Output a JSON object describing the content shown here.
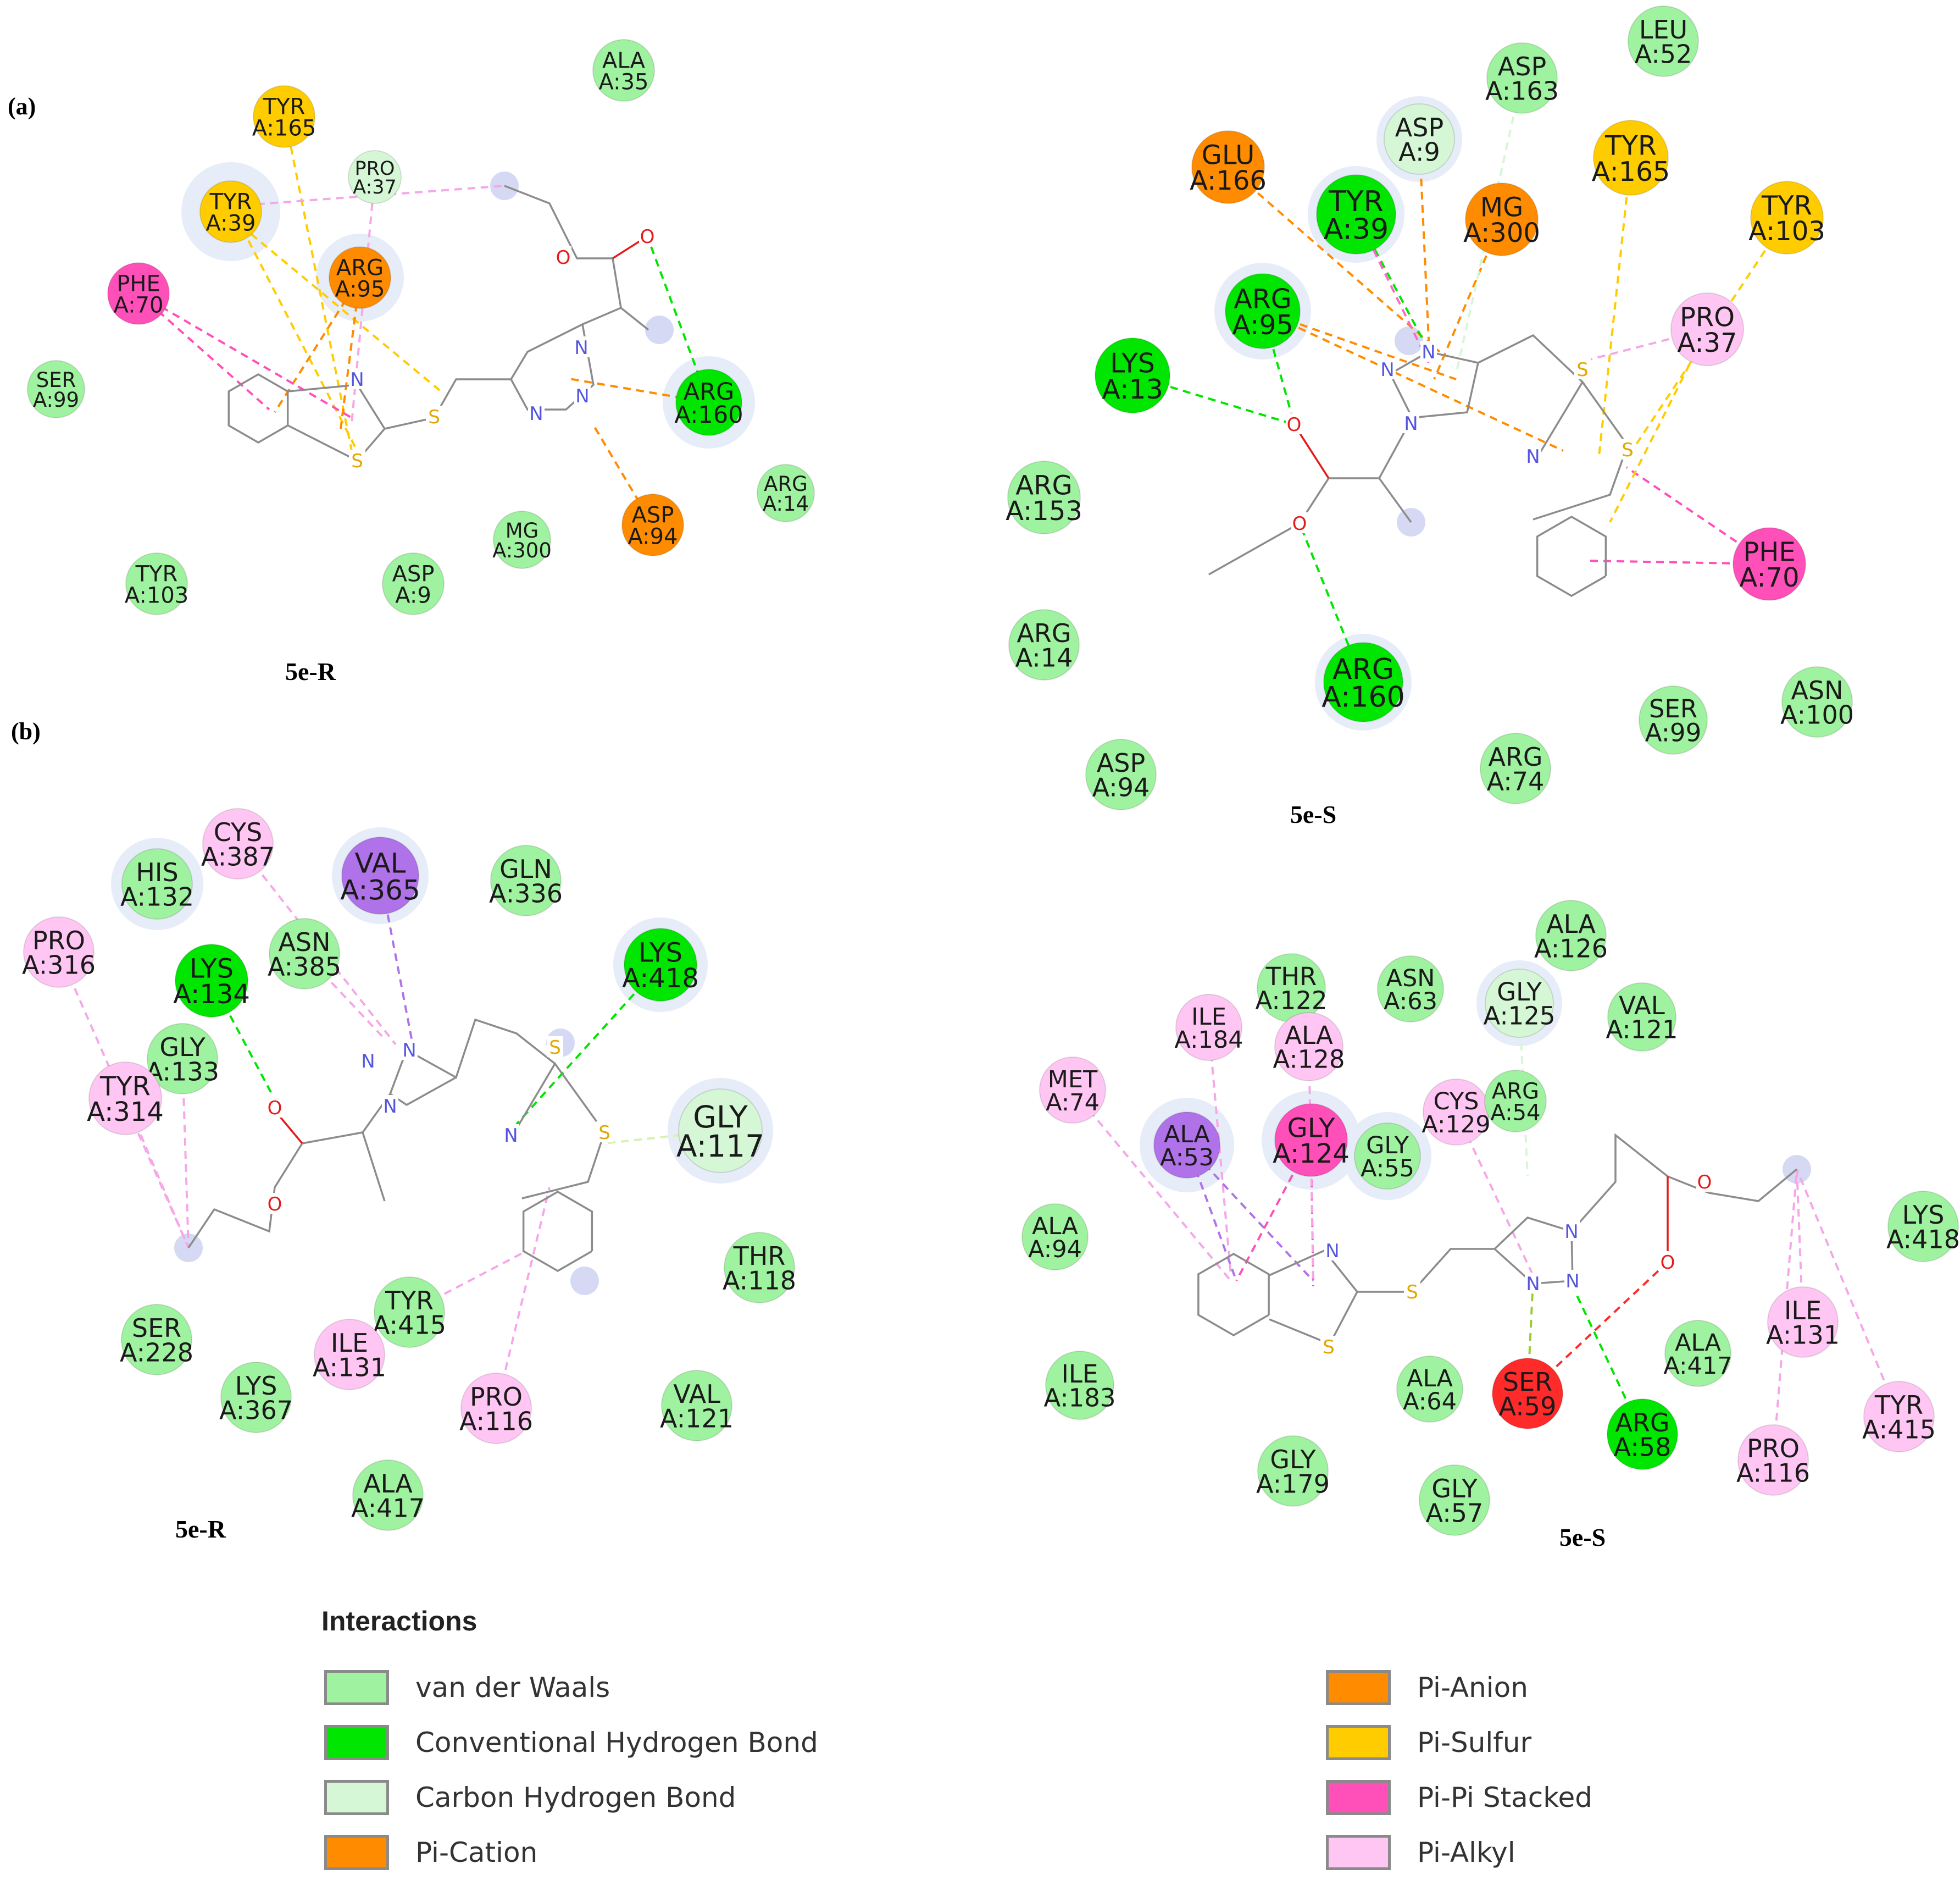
{
  "panels": {
    "a": {
      "label": "(a)"
    },
    "b": {
      "label": "(b)"
    }
  },
  "titles": [
    "5e-R",
    "5e-S",
    "5e-R",
    "5e-S"
  ],
  "interaction_colors": {
    "vdw": "#9ff29f",
    "hbond": "#00e600",
    "chbond": "#d6f7d6",
    "pication": "#ff8c00",
    "pisulfur": "#ffcc00",
    "pipi": "#ff4fb8",
    "pialkyl": "#ffc6f4",
    "pisigma": "#b072e8",
    "unfav": "#ff2a2a"
  },
  "diagrams": [
    {
      "residues": [
        {
          "n": "ALA",
          "id": "A:35",
          "t": "vdw"
        },
        {
          "n": "TYR",
          "id": "A:165",
          "t": "pisulfur"
        },
        {
          "n": "TYR",
          "id": "A:39",
          "t": "pisulfur"
        },
        {
          "n": "PRO",
          "id": "A:37",
          "t": "chbond"
        },
        {
          "n": "ARG",
          "id": "A:95",
          "t": "pication"
        },
        {
          "n": "PHE",
          "id": "A:70",
          "t": "pipi"
        },
        {
          "n": "SER",
          "id": "A:99",
          "t": "vdw"
        },
        {
          "n": "ARG",
          "id": "A:160",
          "t": "hbond"
        },
        {
          "n": "ARG",
          "id": "A:14",
          "t": "vdw"
        },
        {
          "n": "ASP",
          "id": "A:94",
          "t": "pication"
        },
        {
          "n": "MG",
          "id": "A:300",
          "t": "vdw"
        },
        {
          "n": "ASP",
          "id": "A:9",
          "t": "vdw"
        },
        {
          "n": "TYR",
          "id": "A:103",
          "t": "vdw"
        }
      ]
    },
    {
      "residues": [
        {
          "n": "LEU",
          "id": "A:52",
          "t": "vdw"
        },
        {
          "n": "ASP",
          "id": "A:163",
          "t": "vdw"
        },
        {
          "n": "ASP",
          "id": "A:9",
          "t": "chbond"
        },
        {
          "n": "GLU",
          "id": "A:166",
          "t": "pication"
        },
        {
          "n": "TYR",
          "id": "A:39",
          "t": "hbond"
        },
        {
          "n": "MG",
          "id": "A:300",
          "t": "pication"
        },
        {
          "n": "TYR",
          "id": "A:165",
          "t": "pisulfur"
        },
        {
          "n": "TYR",
          "id": "A:103",
          "t": "pisulfur"
        },
        {
          "n": "ARG",
          "id": "A:95",
          "t": "hbond"
        },
        {
          "n": "PRO",
          "id": "A:37",
          "t": "pialkyl"
        },
        {
          "n": "LYS",
          "id": "A:13",
          "t": "hbond"
        },
        {
          "n": "ARG",
          "id": "A:153",
          "t": "vdw"
        },
        {
          "n": "PHE",
          "id": "A:70",
          "t": "pipi"
        },
        {
          "n": "ARG",
          "id": "A:14",
          "t": "vdw"
        },
        {
          "n": "ARG",
          "id": "A:160",
          "t": "hbond"
        },
        {
          "n": "ASN",
          "id": "A:100",
          "t": "vdw"
        },
        {
          "n": "SER",
          "id": "A:99",
          "t": "vdw"
        },
        {
          "n": "ARG",
          "id": "A:74",
          "t": "vdw"
        },
        {
          "n": "ASP",
          "id": "A:94",
          "t": "vdw"
        }
      ]
    },
    {
      "residues": [
        {
          "n": "CYS",
          "id": "A:387",
          "t": "pialkyl"
        },
        {
          "n": "VAL",
          "id": "A:365",
          "t": "pisigma"
        },
        {
          "n": "GLN",
          "id": "A:336",
          "t": "vdw"
        },
        {
          "n": "HIS",
          "id": "A:132",
          "t": "vdw"
        },
        {
          "n": "PRO",
          "id": "A:316",
          "t": "pialkyl"
        },
        {
          "n": "ASN",
          "id": "A:385",
          "t": "vdw"
        },
        {
          "n": "LYS",
          "id": "A:134",
          "t": "hbond"
        },
        {
          "n": "LYS",
          "id": "A:418",
          "t": "hbond"
        },
        {
          "n": "GLY",
          "id": "A:133",
          "t": "vdw"
        },
        {
          "n": "TYR",
          "id": "A:314",
          "t": "pialkyl"
        },
        {
          "n": "GLY",
          "id": "A:117",
          "t": "chbond"
        },
        {
          "n": "THR",
          "id": "A:118",
          "t": "vdw"
        },
        {
          "n": "TYR",
          "id": "A:415",
          "t": "vdw"
        },
        {
          "n": "SER",
          "id": "A:228",
          "t": "vdw"
        },
        {
          "n": "ILE",
          "id": "A:131",
          "t": "pialkyl"
        },
        {
          "n": "LYS",
          "id": "A:367",
          "t": "vdw"
        },
        {
          "n": "PRO",
          "id": "A:116",
          "t": "pialkyl"
        },
        {
          "n": "VAL",
          "id": "A:121",
          "t": "vdw"
        },
        {
          "n": "ALA",
          "id": "A:417",
          "t": "vdw"
        }
      ]
    },
    {
      "residues": [
        {
          "n": "ALA",
          "id": "A:126",
          "t": "vdw"
        },
        {
          "n": "THR",
          "id": "A:122",
          "t": "vdw"
        },
        {
          "n": "ASN",
          "id": "A:63",
          "t": "vdw"
        },
        {
          "n": "GLY",
          "id": "A:125",
          "t": "chbond"
        },
        {
          "n": "VAL",
          "id": "A:121",
          "t": "vdw"
        },
        {
          "n": "ILE",
          "id": "A:184",
          "t": "pialkyl"
        },
        {
          "n": "ALA",
          "id": "A:128",
          "t": "pialkyl"
        },
        {
          "n": "MET",
          "id": "A:74",
          "t": "pialkyl"
        },
        {
          "n": "CYS",
          "id": "A:129",
          "t": "pialkyl"
        },
        {
          "n": "ARG",
          "id": "A:54",
          "t": "vdw"
        },
        {
          "n": "ALA",
          "id": "A:53",
          "t": "pisigma"
        },
        {
          "n": "GLY",
          "id": "A:124",
          "t": "pipi"
        },
        {
          "n": "GLY",
          "id": "A:55",
          "t": "vdw"
        },
        {
          "n": "ALA",
          "id": "A:94",
          "t": "vdw"
        },
        {
          "n": "LYS",
          "id": "A:418",
          "t": "vdw"
        },
        {
          "n": "ILE",
          "id": "A:131",
          "t": "pialkyl"
        },
        {
          "n": "ALA",
          "id": "A:417",
          "t": "vdw"
        },
        {
          "n": "ILE",
          "id": "A:183",
          "t": "vdw"
        },
        {
          "n": "ALA",
          "id": "A:64",
          "t": "vdw"
        },
        {
          "n": "SER",
          "id": "A:59",
          "t": "unfav"
        },
        {
          "n": "ARG",
          "id": "A:58",
          "t": "hbond"
        },
        {
          "n": "TYR",
          "id": "A:415",
          "t": "pialkyl"
        },
        {
          "n": "PRO",
          "id": "A:116",
          "t": "pialkyl"
        },
        {
          "n": "GLY",
          "id": "A:179",
          "t": "vdw"
        },
        {
          "n": "GLY",
          "id": "A:57",
          "t": "vdw"
        }
      ]
    }
  ],
  "legend": {
    "title": "Interactions",
    "items": [
      {
        "label": "van der Waals",
        "color": "#9ff29f"
      },
      {
        "label": "Conventional Hydrogen Bond",
        "color": "#00e600"
      },
      {
        "label": "Carbon Hydrogen Bond",
        "color": "#d6f7d6"
      },
      {
        "label": "Pi-Cation",
        "color": "#ff8c00"
      },
      {
        "label": "Pi-Anion",
        "color": "#ff8c00"
      },
      {
        "label": "Pi-Sulfur",
        "color": "#ffcc00"
      },
      {
        "label": "Pi-Pi Stacked",
        "color": "#ff4fb8"
      },
      {
        "label": "Pi-Alkyl",
        "color": "#ffc6f4"
      }
    ]
  }
}
